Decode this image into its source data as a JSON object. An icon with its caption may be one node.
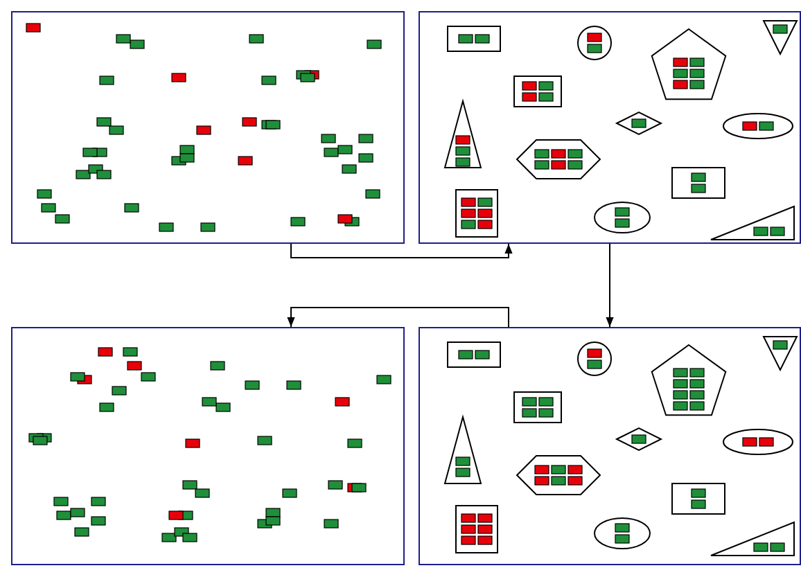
{
  "diagram": {
    "nodes": [
      {
        "text": [],
        "shape": "box"
      },
      {
        "text": [],
        "shape": "box"
      },
      {
        "text": [],
        "shape": "box"
      },
      {
        "text": [],
        "shape": "box"
      }
    ],
    "edges": [
      {
        "from": 0,
        "to": 1,
        "arrow": "to"
      },
      {
        "from": 1,
        "to": 3,
        "arrow": "to"
      },
      {
        "from": 3,
        "to": 2,
        "arrow": "to"
      }
    ]
  }
}
